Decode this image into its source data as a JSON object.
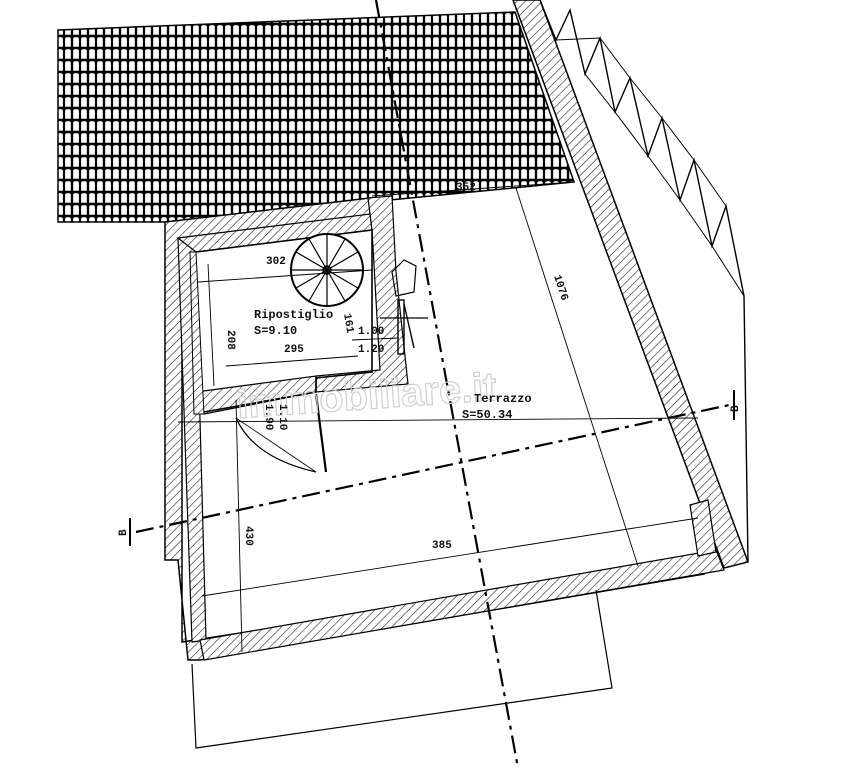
{
  "rooms": {
    "storage": {
      "name": "Ripostiglio",
      "area": "S=9.10"
    },
    "terrace": {
      "name": "Terrazzo",
      "area": "S=50.34"
    }
  },
  "dimensions": {
    "top_width": "352",
    "storage_width": "302",
    "storage_depth": "208",
    "storage_inner": "295",
    "terrace_depth": "1076",
    "stair_dim": "161",
    "door1_top": "1.00",
    "door1_bottom": "1.20",
    "door2_top": "1.10",
    "door2_bottom": "1.90",
    "left_height": "430",
    "bottom_width": "385"
  },
  "section_markers": {
    "left": "B",
    "right": "B"
  },
  "watermark": "immobiliare.it"
}
